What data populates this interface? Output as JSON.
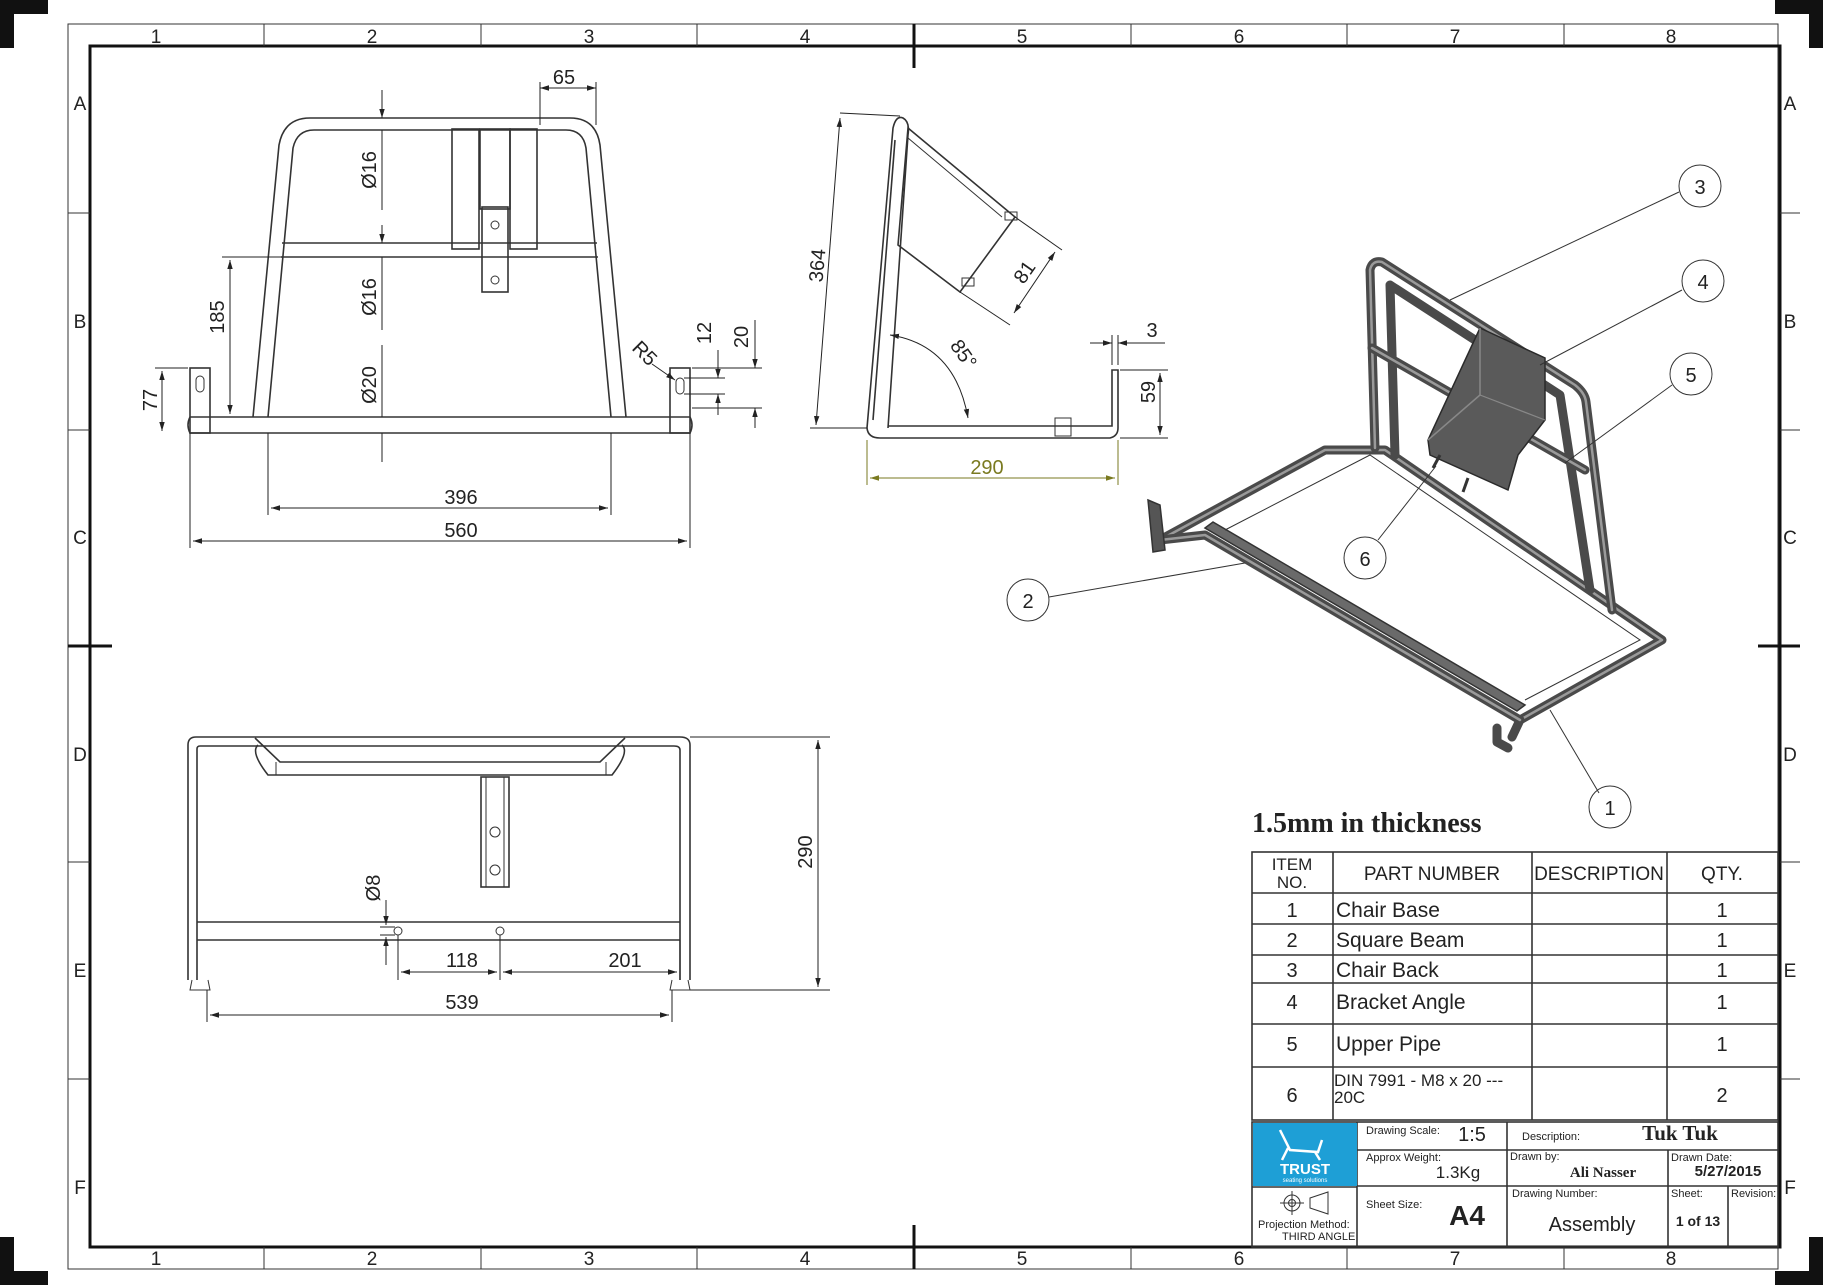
{
  "border": {
    "columns": [
      "1",
      "2",
      "3",
      "4",
      "5",
      "6",
      "7",
      "8"
    ],
    "rows": [
      "A",
      "B",
      "C",
      "D",
      "E",
      "F"
    ]
  },
  "front_view_dims": {
    "width_top": "65",
    "dia_top": "Ø16",
    "dia_mid": "Ø16",
    "dia_bottom": "Ø20",
    "height_185": "185",
    "height_77": "77",
    "radius": "R5",
    "slot_12": "12",
    "slot_20": "20",
    "width_396": "396",
    "width_560": "560"
  },
  "side_view_dims": {
    "height_364": "364",
    "bracket_81": "81",
    "angle_85": "85°",
    "thickness_3": "3",
    "lip_59": "59",
    "depth_290": "290"
  },
  "top_view_dims": {
    "depth_290": "290",
    "dia_8": "Ø8",
    "offset_118": "118",
    "offset_201": "201",
    "width_539": "539"
  },
  "balloons": [
    "1",
    "2",
    "3",
    "4",
    "5",
    "6"
  ],
  "note": "1.5mm in thickness",
  "bom": {
    "headers": [
      "ITEM NO.",
      "PART NUMBER",
      "DESCRIPTION",
      "QTY."
    ],
    "rows": [
      {
        "item": "1",
        "part": "Chair Base",
        "desc": "",
        "qty": "1"
      },
      {
        "item": "2",
        "part": "Square Beam",
        "desc": "",
        "qty": "1"
      },
      {
        "item": "3",
        "part": "Chair Back",
        "desc": "",
        "qty": "1"
      },
      {
        "item": "4",
        "part": "Bracket Angle",
        "desc": "",
        "qty": "1"
      },
      {
        "item": "5",
        "part": "Upper Pipe",
        "desc": "",
        "qty": "1"
      },
      {
        "item": "6",
        "part": "DIN 7991 - M8 x 20 --- 20C",
        "desc": "",
        "qty": "2"
      }
    ]
  },
  "title_block": {
    "logo_text": "TRUST",
    "logo_sub": "seating solutions",
    "scale_label": "Drawing Scale:",
    "scale_value": "1:5",
    "weight_label": "Approx Weight:",
    "weight_value": "1.3Kg",
    "description_label": "Description:",
    "description_value": "Tuk Tuk",
    "drawn_by_label": "Drawn by:",
    "drawn_by_value": "Ali Nasser",
    "drawn_date_label": "Drawn Date:",
    "drawn_date_value": "5/27/2015",
    "projection_label": "Projection Method:",
    "projection_value": "THIRD ANGLE",
    "sheet_size_label": "Sheet Size:",
    "sheet_size_value": "A4",
    "drawing_number_label": "Drawing Number:",
    "drawing_number_value": "Assembly",
    "sheet_label": "Sheet:",
    "sheet_value": "1 of 13",
    "revision_label": "Revision:",
    "revision_value": ""
  },
  "colors": {
    "line": "#333333",
    "dimension_highlight": "#7a7a20",
    "logo_bg": "#1e9fd6"
  }
}
